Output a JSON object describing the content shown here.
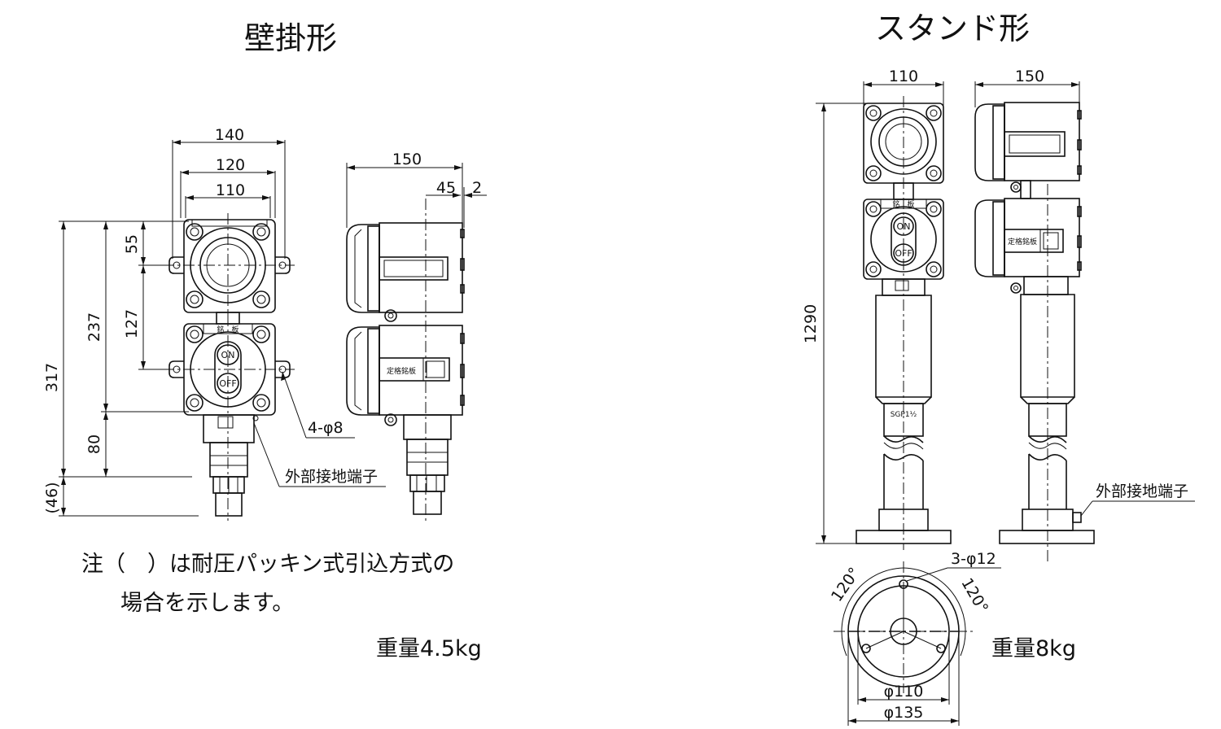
{
  "wall": {
    "title": "壁掛形",
    "dims": {
      "w140": "140",
      "w120": "120",
      "w110": "110",
      "d150": "150",
      "d45": "45",
      "d2": "2",
      "h55": "55",
      "h127": "127",
      "h237": "237",
      "h317": "317",
      "h80": "80",
      "h46": "(46)"
    },
    "hole": "4-φ8",
    "ground": "外部接地端子",
    "meiban": "銘　板",
    "on": "ON",
    "off": "OFF",
    "teikaku": "定格銘板",
    "note_line1": "注（　）は耐圧パッキン式引込方式の",
    "note_line2": "場合を示します。",
    "weight": "重量4.5kg"
  },
  "stand": {
    "title": "スタンド形",
    "dims": {
      "w110": "110",
      "d150": "150",
      "h1290": "1290",
      "p110": "φ110",
      "p135": "φ135"
    },
    "pipe": "SGP1½",
    "hole": "3-φ12",
    "angle1": "120°",
    "angle2": "120°",
    "ground": "外部接地端子",
    "meiban": "銘　板",
    "on": "ON",
    "off": "OFF",
    "teikaku": "定格銘板",
    "weight": "重量8kg"
  }
}
